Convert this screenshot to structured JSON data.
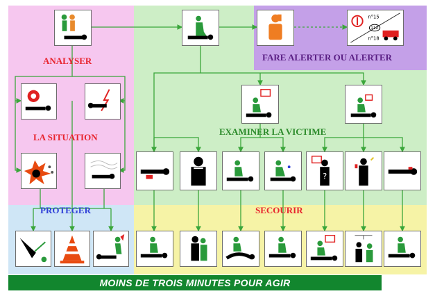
{
  "sections": {
    "analyser": "ANALYSER",
    "situation": "LA SITUATION",
    "proteger": "PROTEGER",
    "examiner": "EXAMINER LA VICTIME",
    "secourir": "SECOURIR",
    "alerter": "FARE ALERTER OU ALERTER"
  },
  "footer": "MOINS DE TROIS MINUTES POUR AGIR",
  "phone_numbers": {
    "samu": "n°15",
    "europe": "112",
    "pompiers": "n°18"
  },
  "colors": {
    "analyser_bg": "#f6c7ef",
    "proteger_bg": "#cfe6f6",
    "examiner_bg": "#cdeec6",
    "secourir_bg": "#f6f3a6",
    "alerter_bg": "#c4a0e8",
    "footer_bg": "#12862e",
    "arrow": "#3aa63a"
  },
  "icons": [
    "witnesses-assess-scene-icon",
    "rescuer-kneeling-victim-icon",
    "phone-caller-icon",
    "emergency-services-icon",
    "fire-hazard-icon",
    "electric-hazard-icon",
    "explosion-hazard-icon",
    "gas-hazard-icon",
    "check-responsiveness-icon",
    "check-breathing-icon",
    "bleeding-victim-icon",
    "choking-icon",
    "unconscious-breathing-icon",
    "not-breathing-icon",
    "conscious-complains-icon",
    "wound-pain-icon",
    "trauma-victim-icon",
    "electricity-cut-icon",
    "traffic-cone-icon",
    "drag-victim-icon",
    "compress-bleeding-icon",
    "back-blows-icon",
    "recovery-position-icon",
    "cpr-icon",
    "question-victim-icon",
    "cool-burn-icon",
    "immobilize-icon"
  ]
}
